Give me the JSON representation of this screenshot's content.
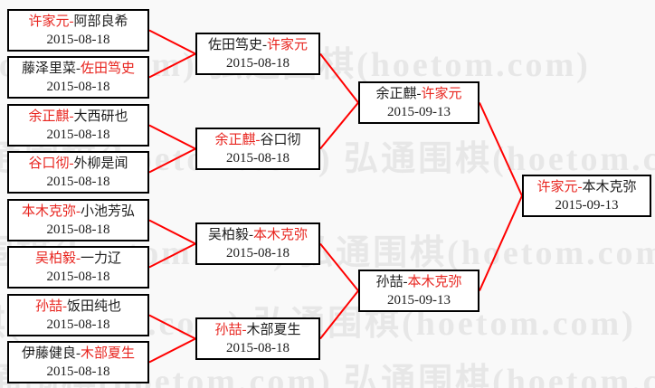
{
  "dash": "-",
  "watermark": {
    "text": "弘通围棋(hoetom.com)"
  },
  "colors": {
    "background": "#f9f9f9",
    "box_background": "#ffffff",
    "box_border": "#000000",
    "winner_text": "#e8251f",
    "loser_text": "#1c1c1c",
    "connector_line": "#ff0000",
    "watermark_text": "#e7e7e7"
  },
  "bracket": {
    "round1": [
      {
        "p1": {
          "name": "许家元",
          "color": "red"
        },
        "p2": {
          "name": "阿部良希",
          "color": "black"
        },
        "date": "2015-08-18"
      },
      {
        "p1": {
          "name": "藤泽里菜",
          "color": "black"
        },
        "p2": {
          "name": "佐田笃史",
          "color": "red"
        },
        "date": "2015-08-18"
      },
      {
        "p1": {
          "name": "余正麒",
          "color": "red"
        },
        "p2": {
          "name": "大西研也",
          "color": "black"
        },
        "date": "2015-08-18"
      },
      {
        "p1": {
          "name": "谷口彻",
          "color": "red"
        },
        "p2": {
          "name": "外柳是闻",
          "color": "black"
        },
        "date": "2015-08-18"
      },
      {
        "p1": {
          "name": "本木克弥",
          "color": "red"
        },
        "p2": {
          "name": "小池芳弘",
          "color": "black"
        },
        "date": "2015-08-18"
      },
      {
        "p1": {
          "name": "吴柏毅",
          "color": "red"
        },
        "p2": {
          "name": "一力辽",
          "color": "black"
        },
        "date": "2015-08-18"
      },
      {
        "p1": {
          "name": "孙喆",
          "color": "red"
        },
        "p2": {
          "name": "饭田纯也",
          "color": "black"
        },
        "date": "2015-08-18"
      },
      {
        "p1": {
          "name": "伊藤健良",
          "color": "black"
        },
        "p2": {
          "name": "木部夏生",
          "color": "red"
        },
        "date": "2015-08-18"
      }
    ],
    "round2": [
      {
        "p1": {
          "name": "佐田笃史",
          "color": "black"
        },
        "p2": {
          "name": "许家元",
          "color": "red"
        },
        "date": "2015-08-18"
      },
      {
        "p1": {
          "name": "余正麒",
          "color": "red"
        },
        "p2": {
          "name": "谷口彻",
          "color": "black"
        },
        "date": "2015-08-18"
      },
      {
        "p1": {
          "name": "吴柏毅",
          "color": "black"
        },
        "p2": {
          "name": "本木克弥",
          "color": "red"
        },
        "date": "2015-08-18"
      },
      {
        "p1": {
          "name": "孙喆",
          "color": "red"
        },
        "p2": {
          "name": "木部夏生",
          "color": "black"
        },
        "date": "2015-08-18"
      }
    ],
    "round3": [
      {
        "p1": {
          "name": "余正麒",
          "color": "black"
        },
        "p2": {
          "name": "许家元",
          "color": "red"
        },
        "date": "2015-09-13"
      },
      {
        "p1": {
          "name": "孙喆",
          "color": "black"
        },
        "p2": {
          "name": "本木克弥",
          "color": "red"
        },
        "date": "2015-09-13"
      }
    ],
    "final": [
      {
        "p1": {
          "name": "许家元",
          "color": "red"
        },
        "p2": {
          "name": "本木克弥",
          "color": "black"
        },
        "date": "2015-09-13"
      }
    ]
  }
}
